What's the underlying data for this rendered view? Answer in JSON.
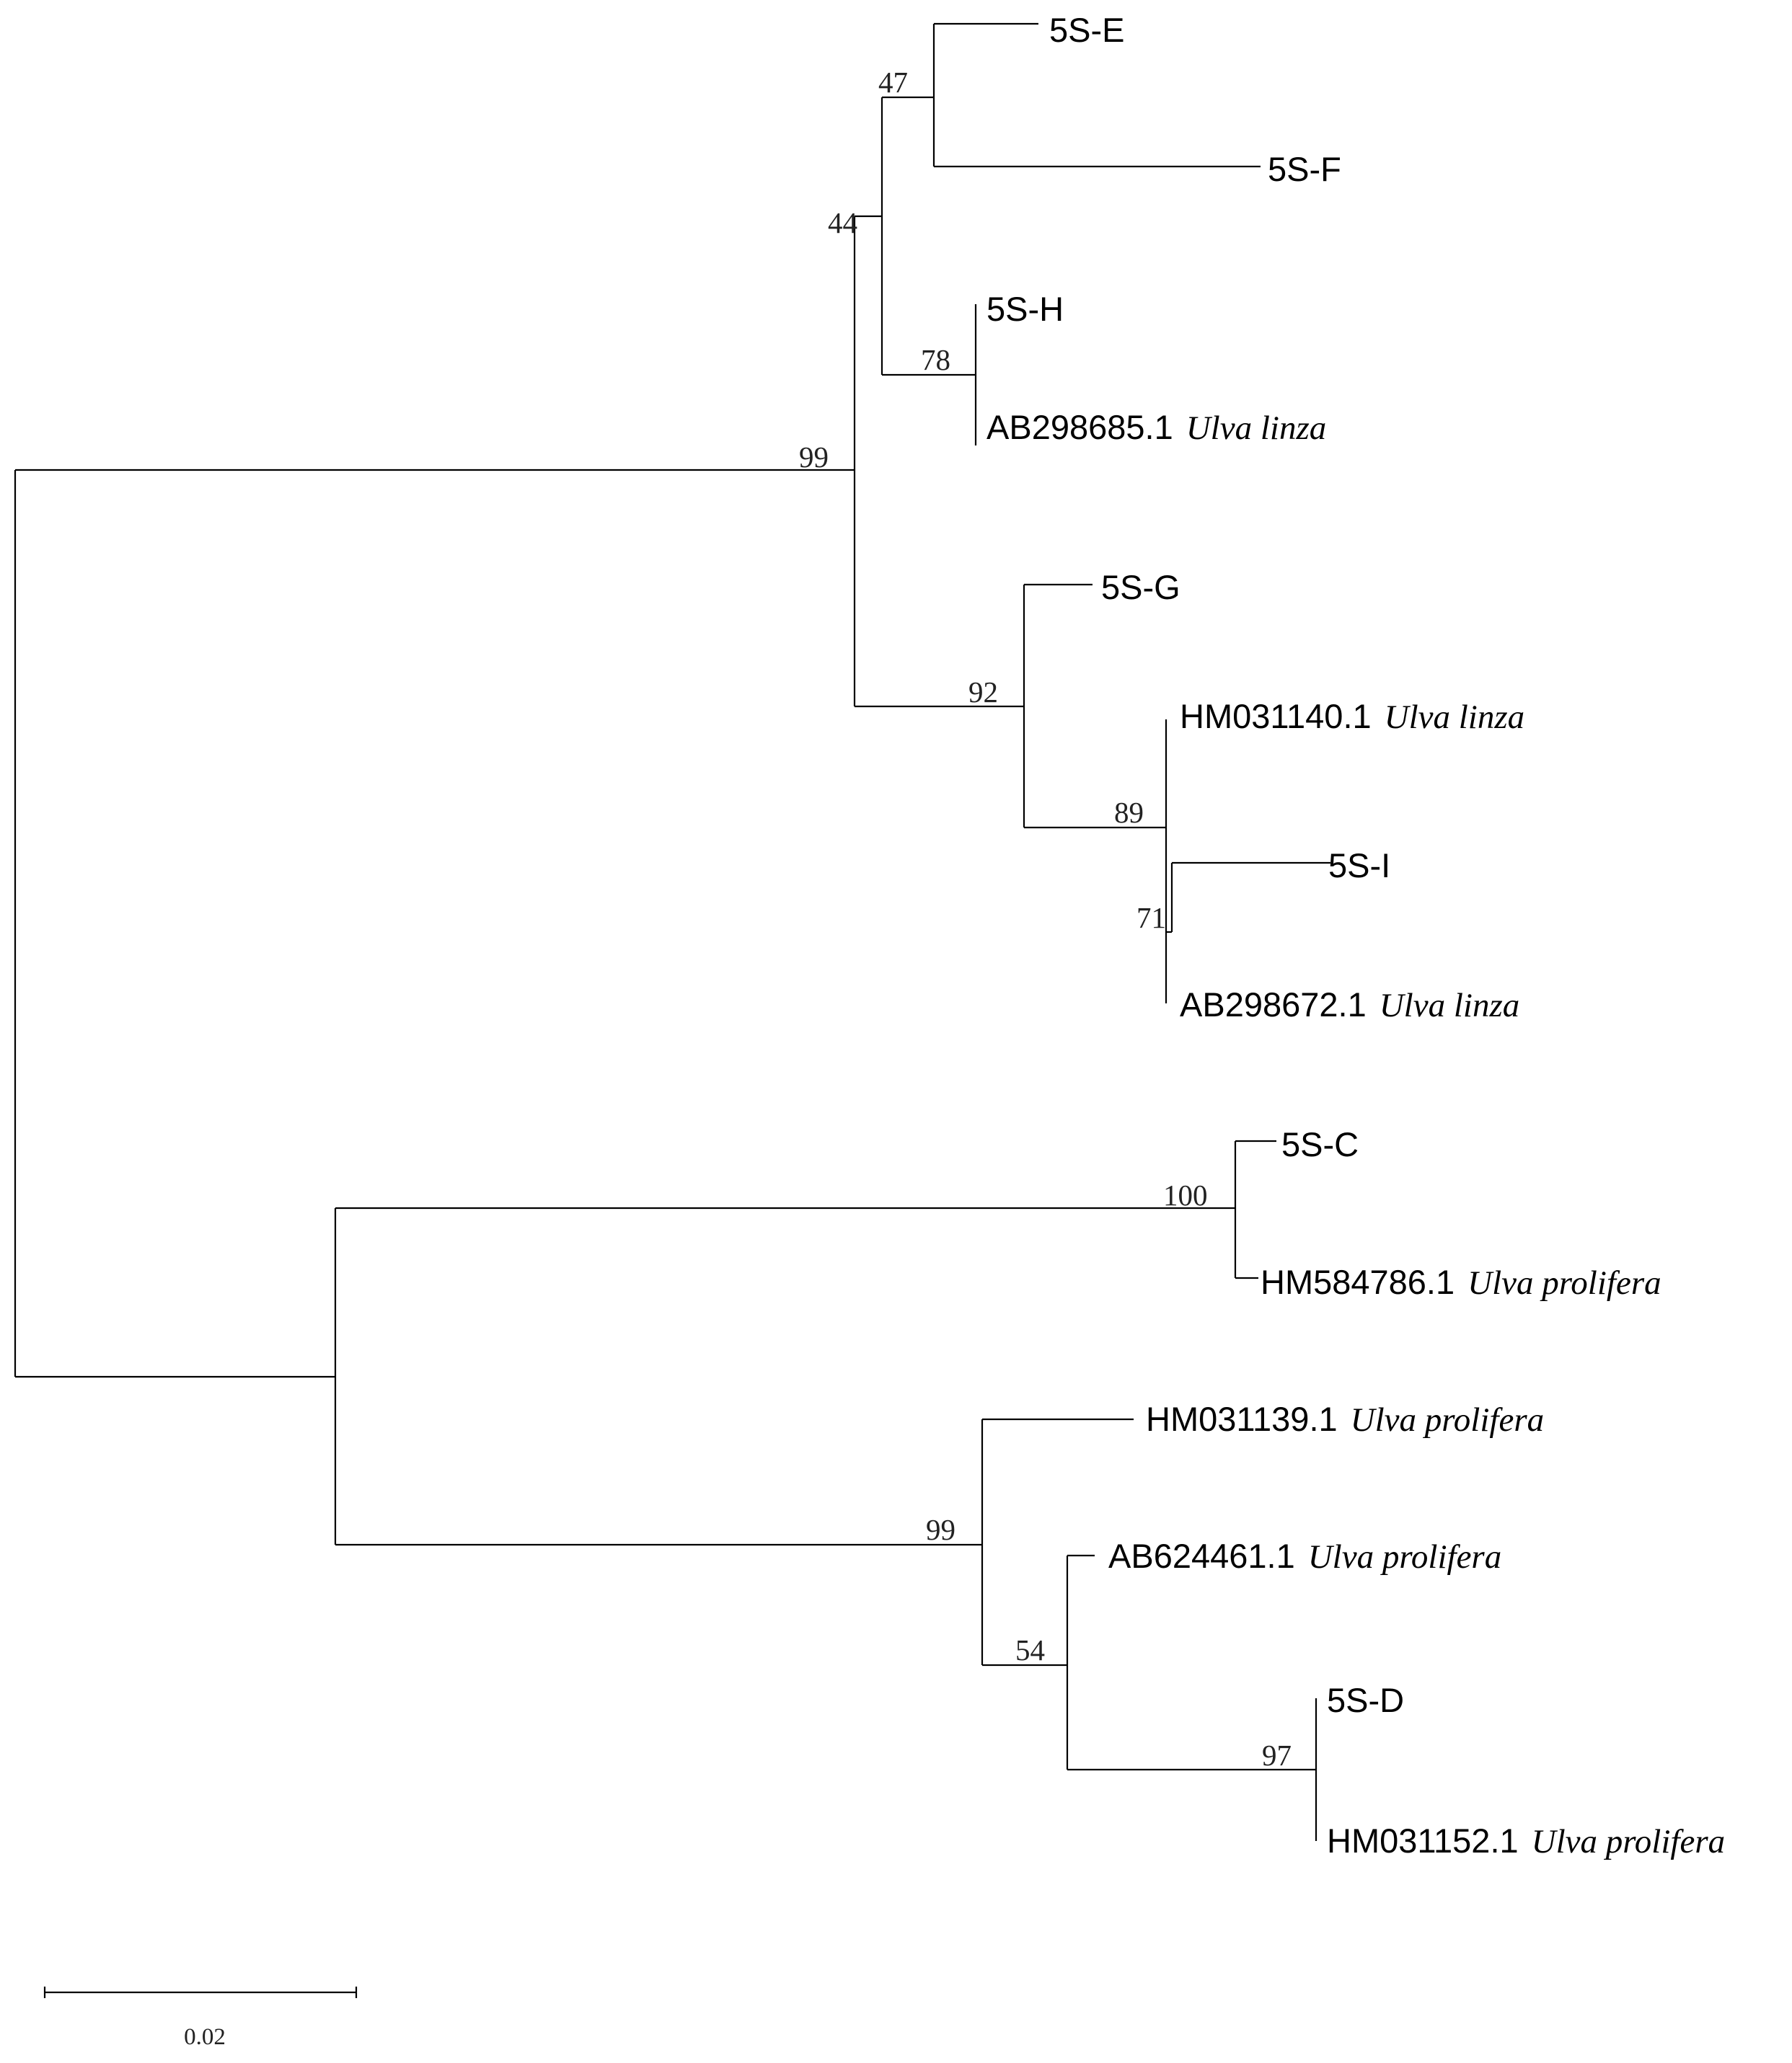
{
  "leaves": [
    {
      "id": "5S-E",
      "accession": "5S-E",
      "species": ""
    },
    {
      "id": "5S-F",
      "accession": "5S-F",
      "species": ""
    },
    {
      "id": "5S-H",
      "accession": "5S-H",
      "species": ""
    },
    {
      "id": "AB298685",
      "accession": "AB298685.1",
      "species": "Ulva linza"
    },
    {
      "id": "5S-G",
      "accession": "5S-G",
      "species": ""
    },
    {
      "id": "HM031140",
      "accession": "HM031140.1",
      "species": "Ulva linza"
    },
    {
      "id": "5S-I",
      "accession": "5S-I",
      "species": ""
    },
    {
      "id": "AB298672",
      "accession": "AB298672.1",
      "species": "Ulva linza"
    },
    {
      "id": "5S-C",
      "accession": "5S-C",
      "species": ""
    },
    {
      "id": "HM584786",
      "accession": "HM584786.1",
      "species": "Ulva prolifera"
    },
    {
      "id": "HM031139",
      "accession": "HM031139.1",
      "species": "Ulva prolifera"
    },
    {
      "id": "AB624461",
      "accession": "AB624461.1",
      "species": "Ulva prolifera"
    },
    {
      "id": "5S-D",
      "accession": "5S-D",
      "species": ""
    },
    {
      "id": "HM031152",
      "accession": "HM031152.1",
      "species": "Ulva prolifera"
    }
  ],
  "bootstrap": {
    "n47": "47",
    "n44": "44",
    "n78": "78",
    "n99a": "99",
    "n92": "92",
    "n89": "89",
    "n71": "71",
    "n100": "100",
    "n99b": "99",
    "n54": "54",
    "n97": "97"
  },
  "scale_bar": {
    "label": "0.02",
    "value": 0.02
  }
}
